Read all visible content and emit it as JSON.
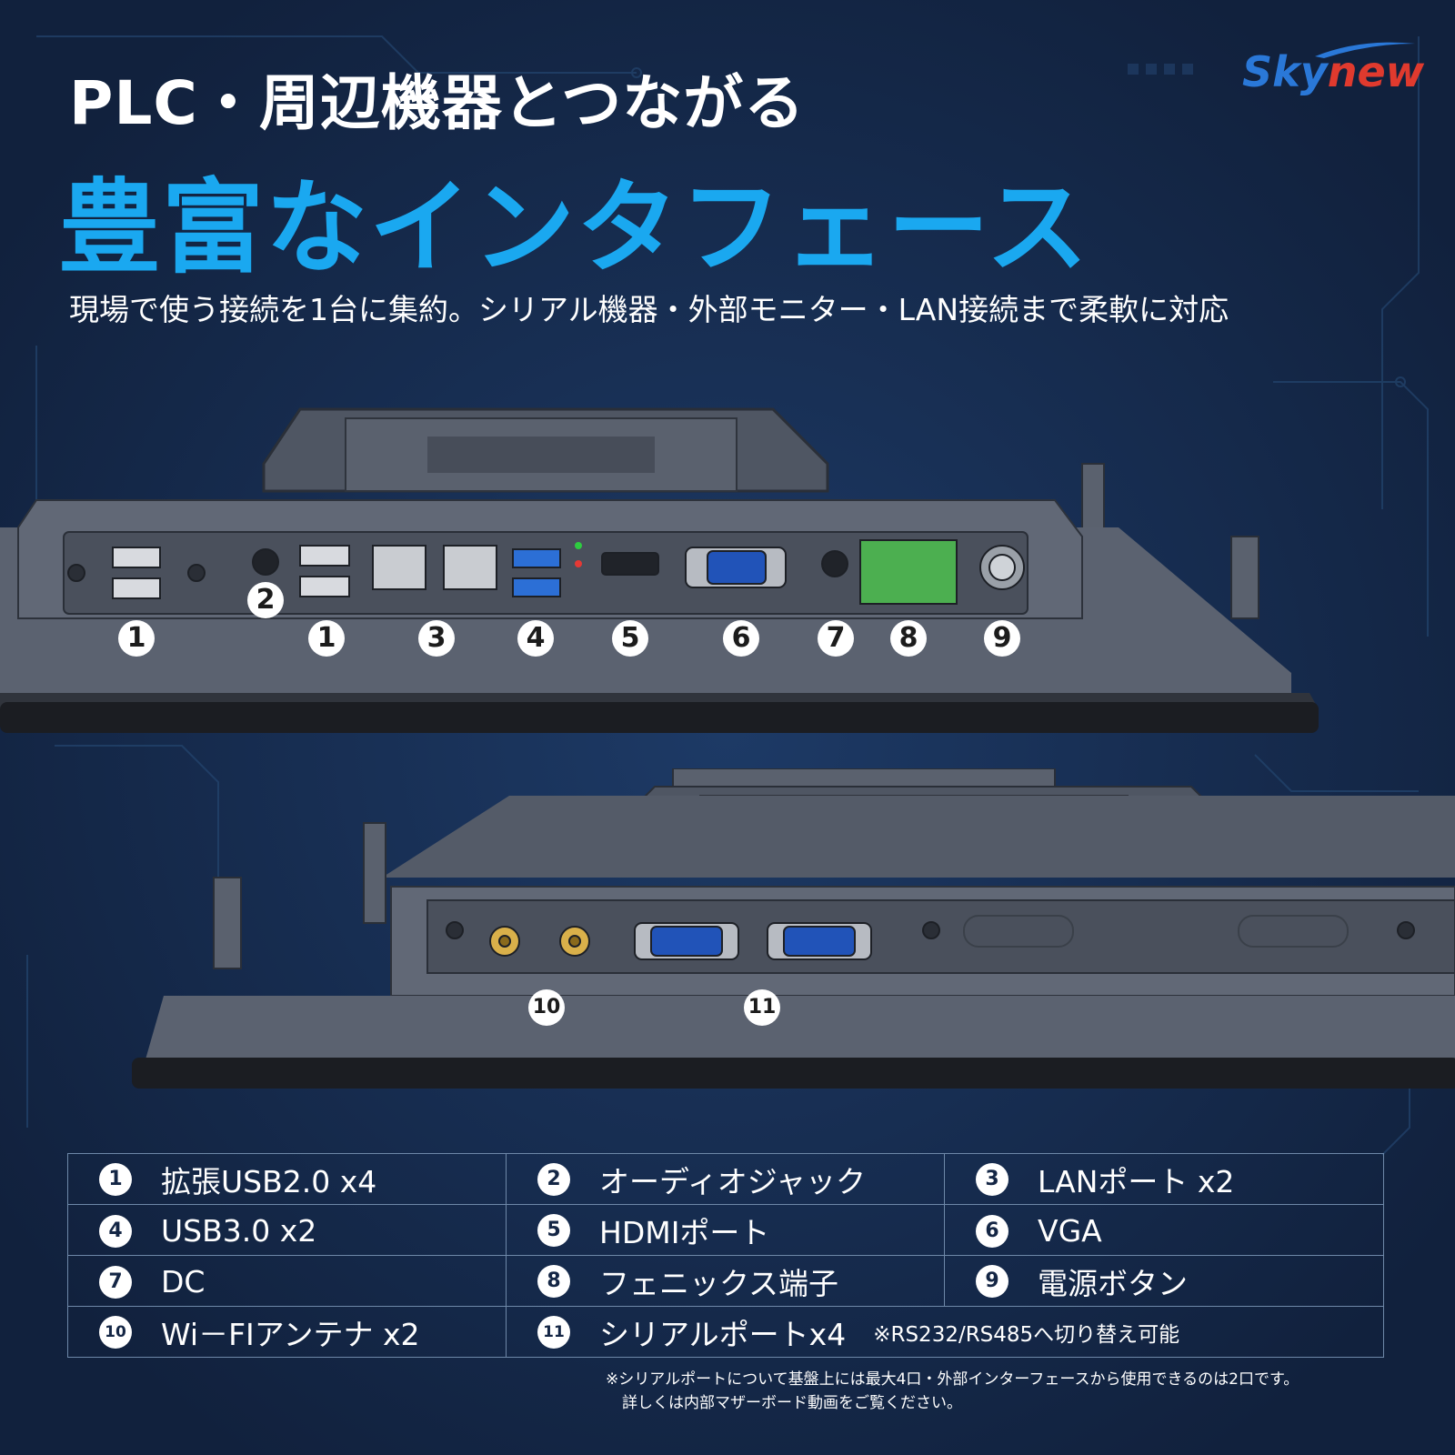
{
  "brand": {
    "logo_text_a": "Sky",
    "logo_text_b": "new"
  },
  "headline": {
    "line1": "PLC・周辺機器とつながる",
    "line2": "豊富なインタフェース",
    "subline": "現場で使う接続を1台に集約。シリアル機器・外部モニター・LAN接続まで柔軟に対応"
  },
  "colors": {
    "background": "#142645",
    "accent": "#1aa8f0",
    "logo_blue": "#2a78d8",
    "logo_red": "#e03a2e"
  },
  "callouts_top": [
    "1",
    "2",
    "1",
    "3",
    "4",
    "5",
    "6",
    "7",
    "8",
    "9"
  ],
  "callouts_bottom": [
    "10",
    "11"
  ],
  "specs": [
    {
      "num": "1",
      "label": "拡張USB2.0 x4"
    },
    {
      "num": "2",
      "label": "オーディオジャック"
    },
    {
      "num": "3",
      "label": "LANポート x2"
    },
    {
      "num": "4",
      "label": "USB3.0 x2"
    },
    {
      "num": "5",
      "label": "HDMIポート"
    },
    {
      "num": "6",
      "label": "VGA"
    },
    {
      "num": "7",
      "label": "DC"
    },
    {
      "num": "8",
      "label": "フェニックス端子"
    },
    {
      "num": "9",
      "label": "電源ボタン"
    },
    {
      "num": "10",
      "label": "Wi－FIアンテナ x2"
    },
    {
      "num": "11",
      "label": "シリアルポートx4",
      "note": "※RS232/RS485へ切り替え可能"
    }
  ],
  "footnote": {
    "line1": "※シリアルポートについて基盤上には最大4口・外部インターフェースから使用できるのは2口です。",
    "line2": "詳しくは内部マザーボード動画をご覧ください。"
  }
}
